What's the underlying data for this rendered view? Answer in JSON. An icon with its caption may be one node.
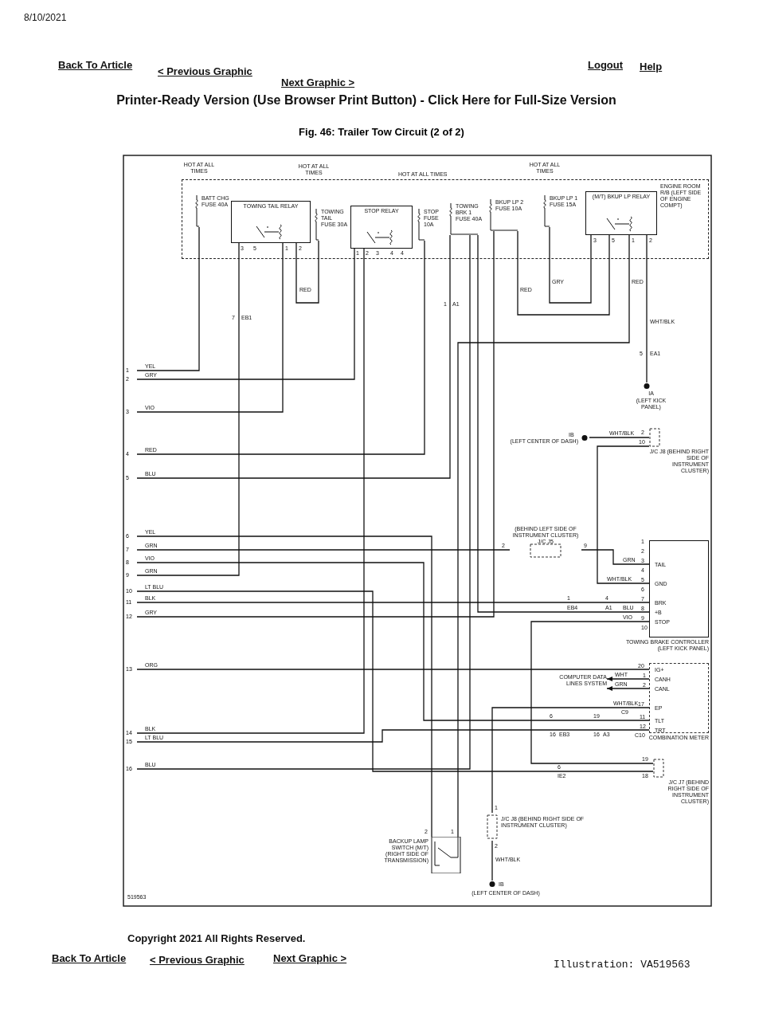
{
  "diagram": {
    "title": "Fig. 46: Trailer Tow Circuit (2 of 2)",
    "nodes": [
      {
        "text": [
          "ENGINE ROOM R/B (LEFT SIDE OF ENGINE COMPT)"
        ]
      },
      {
        "text": [
          "BATT CHG FUSE 40A"
        ],
        "in": 0
      },
      {
        "text": [
          "TOWING TAIL RELAY"
        ],
        "in": 0,
        "beside": [
          "3",
          "5",
          "1",
          "2"
        ]
      },
      {
        "text": [
          "TOWING TAIL FUSE 30A"
        ],
        "in": 0
      },
      {
        "text": [
          "STOP RELAY"
        ],
        "in": 0,
        "beside": [
          "1",
          "2",
          "3",
          "4",
          "4"
        ]
      },
      {
        "text": [
          "STOP FUSE 10A"
        ],
        "in": 0
      },
      {
        "text": [
          "TOWING BRK 1 FUSE 40A"
        ],
        "in": 0
      },
      {
        "text": [
          "BKUP LP 2 FUSE 10A"
        ],
        "in": 0
      },
      {
        "text": [
          "BKUP LP 1 FUSE 15A"
        ],
        "in": 0
      },
      {
        "text": [
          "(M/T) BKUP LP RELAY"
        ],
        "in": 0,
        "beside": [
          "3",
          "5",
          "1",
          "2"
        ]
      },
      {
        "text": [
          "1"
        ]
      },
      {
        "text": [
          "2"
        ]
      },
      {
        "text": [
          "3"
        ]
      },
      {
        "text": [
          "4"
        ]
      },
      {
        "text": [
          "5"
        ]
      },
      {
        "text": [
          "6"
        ]
      },
      {
        "text": [
          "7"
        ]
      },
      {
        "text": [
          "8"
        ]
      },
      {
        "text": [
          "9"
        ]
      },
      {
        "text": [
          "10"
        ]
      },
      {
        "text": [
          "11"
        ]
      },
      {
        "text": [
          "12"
        ]
      },
      {
        "text": [
          "13"
        ]
      },
      {
        "text": [
          "14"
        ]
      },
      {
        "text": [
          "15"
        ]
      },
      {
        "text": [
          "16"
        ]
      },
      {
        "text": [
          "IA",
          "(LEFT KICK PANEL)"
        ]
      },
      {
        "text": [
          "IB",
          "(LEFT CENTER OF DASH)"
        ]
      },
      {
        "text": [
          "J/C J8 (BEHIND RIGHT SIDE OF INSTRUMENT CLUSTER)"
        ]
      },
      {
        "text": [
          "(BEHIND LEFT SIDE OF INSTRUMENT CLUSTER) J/C J5"
        ]
      },
      {
        "text": [
          "TAIL",
          "GND",
          "BRK",
          "+B",
          "STOP",
          "TOWING BRAKE CONTROLLER (LEFT KICK PANEL)"
        ]
      },
      {
        "text": [
          "COMPUTER DATA LINES SYSTEM"
        ]
      },
      {
        "text": [
          "IG+",
          "CANH",
          "CANL",
          "EP",
          "TLT",
          "TRT",
          "COMBINATION METER"
        ]
      },
      {
        "text": [
          "J/C J7 (BEHIND RIGHT SIDE OF INSTRUMENT CLUSTER)"
        ]
      },
      {
        "text": [
          "BACKUP LAMP SWITCH (M/T) (RIGHT SIDE OF TRANSMISSION)"
        ]
      },
      {
        "text": [
          "J/C J8 (BEHIND RIGHT SIDE OF INSTRUMENT CLUSTER)"
        ]
      },
      {
        "text": [
          "IB",
          "(LEFT CENTER OF DASH)"
        ]
      }
    ],
    "edges": [
      {
        "from": 1,
        "to": 10,
        "arrow": "none",
        "label": "YEL"
      },
      {
        "from": 4,
        "to": 11,
        "arrow": "none",
        "label": "GRY"
      },
      {
        "from": 2,
        "to": 12,
        "arrow": "none",
        "label": "VIO"
      },
      {
        "from": 5,
        "to": 13,
        "arrow": "none",
        "label": "RED"
      },
      {
        "from": 6,
        "to": 14,
        "arrow": "none",
        "label": "BLU"
      },
      {
        "from": 15,
        "to": 34,
        "arrow": "none",
        "label": "YEL"
      },
      {
        "from": 16,
        "to": 29,
        "arrow": "none",
        "label": "GRN"
      },
      {
        "from": 29,
        "to": 30,
        "arrow": "none",
        "label": "GRN"
      },
      {
        "from": 2,
        "to": 18,
        "arrow": "none",
        "label": "GRN"
      },
      {
        "from": 17,
        "to": 32,
        "arrow": "none",
        "label": "VIO"
      },
      {
        "from": 19,
        "to": 33,
        "arrow": "none",
        "label": "LT BLU"
      },
      {
        "from": 20,
        "to": 30,
        "arrow": "none",
        "label": "BLK"
      },
      {
        "from": 6,
        "to": 30,
        "arrow": "none",
        "label": "BLU"
      },
      {
        "from": 7,
        "to": 21,
        "arrow": "none",
        "label": "GRY"
      },
      {
        "from": 30,
        "to": 33,
        "arrow": "none",
        "label": "VIO"
      },
      {
        "from": 22,
        "to": 32,
        "arrow": "none",
        "label": "ORG"
      },
      {
        "from": 32,
        "to": 31,
        "arrow": "to",
        "label": "WHT"
      },
      {
        "from": 32,
        "to": 31,
        "arrow": "to",
        "label": "GRN"
      },
      {
        "from": 35,
        "to": 32,
        "arrow": "none",
        "label": "WHT/BLK"
      },
      {
        "from": 24,
        "to": 32,
        "arrow": "none",
        "label": "LT BLU"
      },
      {
        "from": 4,
        "to": 23,
        "arrow": "none",
        "label": "BLK"
      },
      {
        "from": 6,
        "to": 25,
        "arrow": "none",
        "label": "BLU"
      },
      {
        "from": 9,
        "to": 26,
        "arrow": "none",
        "label": "WHT/BLK"
      },
      {
        "from": 28,
        "to": 27,
        "arrow": "none",
        "label": "WHT/BLK"
      },
      {
        "from": 28,
        "to": 30,
        "arrow": "none",
        "label": "WHT/BLK"
      },
      {
        "from": 8,
        "to": 9,
        "arrow": "none",
        "label": "GRY"
      },
      {
        "from": 7,
        "to": 9,
        "arrow": "none",
        "label": "RED"
      },
      {
        "from": 9,
        "to": 34,
        "arrow": "none",
        "label": "RED"
      },
      {
        "from": 35,
        "to": 36,
        "arrow": "none",
        "label": "WHT/BLK"
      },
      {
        "from": 3,
        "to": 2,
        "arrow": "none",
        "label": "RED"
      }
    ],
    "labels": [
      "8/10/2021",
      "Back To Article",
      "< Previous Graphic",
      "Next Graphic >",
      "Logout",
      "Help",
      "Printer-Ready Version (Use Browser Print Button) - Click Here for Full-Size Version",
      "HOT AT ALL TIMES",
      "HOT AT ALL TIMES",
      "HOT AT ALL TIMES",
      "HOT AT ALL TIMES",
      "7",
      "EB1",
      "1",
      "A1",
      "5",
      "EA1",
      "2",
      "10",
      "2",
      "9",
      "1",
      "2",
      "3",
      "4",
      "5",
      "6",
      "7",
      "8",
      "9",
      "10",
      "1",
      "EB4",
      "4",
      "A1",
      "20",
      "1",
      "2",
      "17",
      "C9",
      "11",
      "12",
      "C10",
      "6",
      "16",
      "EB3",
      "19",
      "16",
      "A3",
      "19",
      "18",
      "6",
      "IE2",
      "1",
      "2",
      "2",
      "1",
      "519563",
      "Copyright 2021 All Rights Reserved.",
      "Back To Article",
      "< Previous Graphic",
      "Next Graphic >",
      "Illustration: VA519563"
    ]
  }
}
